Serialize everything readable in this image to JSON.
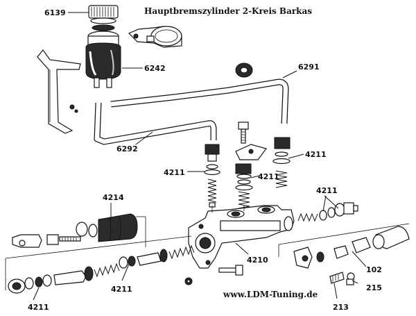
{
  "title": "Hauptbremszylinder 2-Kreis Barkas",
  "website": "www.LDM-Tuning.de",
  "labels": {
    "p6139": "6139",
    "p6242": "6242",
    "p6291": "6291",
    "p6292": "6292",
    "p4211_a": "4211",
    "p4211_b": "4211",
    "p4211_c": "4211",
    "p4211_d": "4211",
    "p4211_e": "4211",
    "p4211_f": "4211",
    "p4214": "4214",
    "p4210": "4210",
    "p102": "102",
    "p215": "215",
    "p213": "213"
  }
}
